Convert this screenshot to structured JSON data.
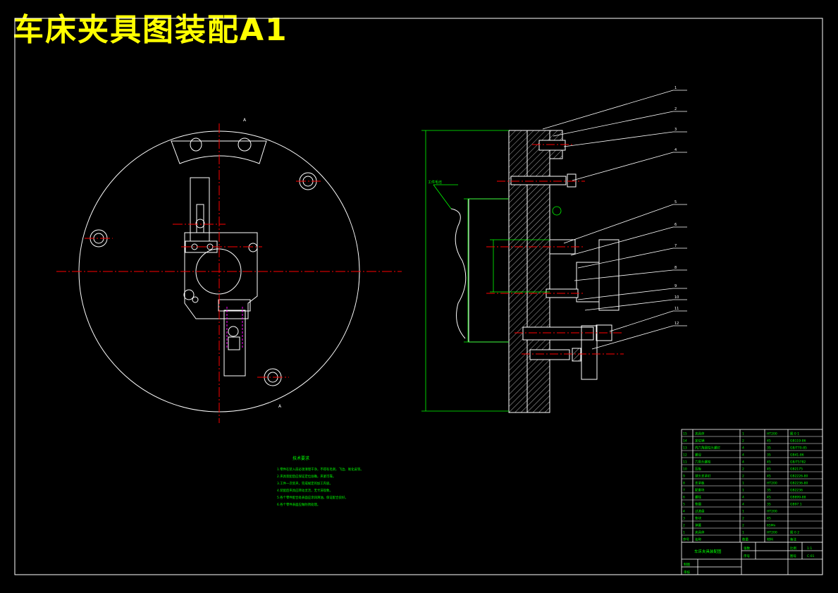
{
  "title": "车床夹具图装配A1",
  "tech_requirements": {
    "heading": "技术要求",
    "lines": [
      "1.零件在装入前必须清理干净，不得有毛刺、飞边、氧化皮等。",
      "2.夹具装配后应保证定位准确，夹紧可靠。",
      "3.工件一次装夹，完成规定的加工内容。",
      "4.装配后夹具应转动灵活，无卡滞现象。",
      "5.各个零件配合处表面应涂润滑油，保证配合良好。",
      "6.各个零件表面应做防锈处理。"
    ]
  },
  "leader_labels": [
    "1",
    "2",
    "3",
    "4",
    "5",
    "6",
    "7",
    "8",
    "9",
    "10",
    "11",
    "12"
  ],
  "side_note": "工件毛坯",
  "section_labels": [
    "A",
    "A"
  ],
  "bom": {
    "rows": [
      {
        "no": "15",
        "name": "夹具体",
        "qty": "1",
        "mat": "HT200",
        "note": "图 0 1"
      },
      {
        "no": "14",
        "name": "定位销",
        "qty": "2",
        "mat": "45",
        "note": "GB119-86"
      },
      {
        "no": "13",
        "name": "内六角圆柱头螺钉",
        "qty": "4",
        "mat": "35",
        "note": "GB/T70-85"
      },
      {
        "no": "12",
        "name": "螺母",
        "qty": "4",
        "mat": "35",
        "note": "GB41-86"
      },
      {
        "no": "11",
        "name": "六角头螺栓",
        "qty": "4",
        "mat": "45",
        "note": "GB/T5782"
      },
      {
        "no": "10",
        "name": "压板",
        "qty": "2",
        "mat": "45",
        "note": "GB2175"
      },
      {
        "no": "9",
        "name": "球头支承钉",
        "qty": "2",
        "mat": "45",
        "note": "GB2226-80"
      },
      {
        "no": "8",
        "name": "支承板",
        "qty": "1",
        "mat": "HT200",
        "note": "GB2236-80"
      },
      {
        "no": "7",
        "name": "配重块",
        "qty": "1",
        "mat": "35",
        "note": "GB2236"
      },
      {
        "no": "6",
        "name": "螺柱",
        "qty": "4",
        "mat": "45",
        "note": "GB899-88"
      },
      {
        "no": "5",
        "name": "垫圈",
        "qty": "4",
        "mat": "35",
        "note": "GB97.1"
      },
      {
        "no": "4",
        "name": "过渡盘",
        "qty": "1",
        "mat": "HT200",
        "note": ""
      },
      {
        "no": "3",
        "name": "垫块",
        "qty": "2",
        "mat": "45",
        "note": ""
      },
      {
        "no": "2",
        "name": "弹簧",
        "qty": "2",
        "mat": "65Mn",
        "note": ""
      },
      {
        "no": "1",
        "name": "夹具体",
        "qty": "1",
        "mat": "HT200",
        "note": "图 0 2"
      }
    ],
    "header": {
      "no": "序号",
      "name": "名称",
      "qty": "数量",
      "mat": "材料",
      "note": "备注"
    },
    "title_text": "车床夹具装配图",
    "scale_label": "比例",
    "scale_value": "1:1",
    "drawing_no_label": "图号",
    "drawing_no_value": "C-01",
    "left_labels": [
      "制图",
      "审核"
    ],
    "mid_labels": [
      "张数",
      "序号"
    ]
  },
  "colors": {
    "outline": "#ffffff",
    "centerline": "#ff0000",
    "dimension": "#00ff00",
    "hidden": "#ff00ff",
    "title": "#ffff00",
    "bom_text": "#00ff00"
  }
}
